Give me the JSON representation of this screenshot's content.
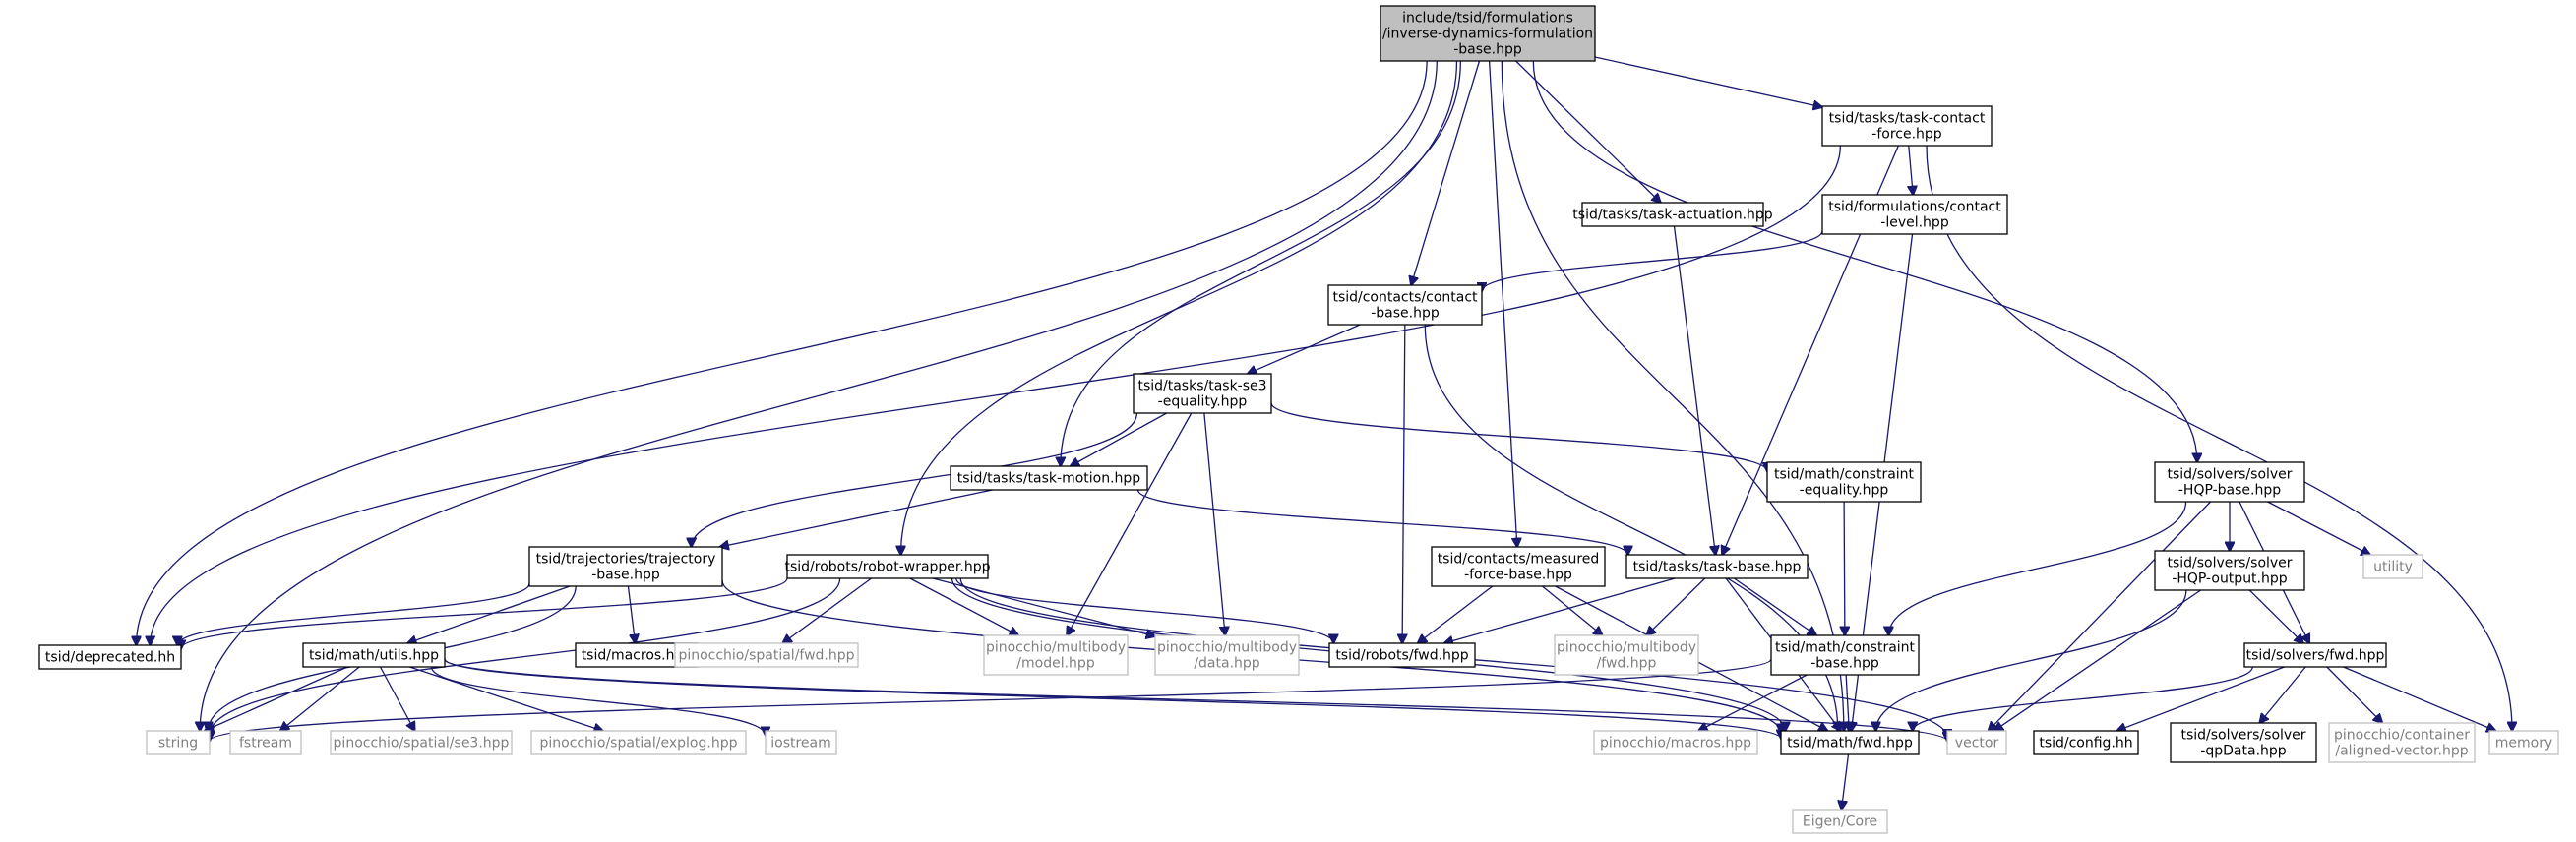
{
  "diagram": {
    "nodes": [
      {
        "id": "root",
        "lines": [
          "include/tsid/formulations",
          "/inverse-dynamics-formulation",
          "-base.hpp"
        ],
        "kind": "root"
      },
      {
        "id": "task_contact_force",
        "lines": [
          "tsid/tasks/task-contact",
          "-force.hpp"
        ],
        "kind": "doc"
      },
      {
        "id": "task_actuation",
        "lines": [
          "tsid/tasks/task-actuation.hpp"
        ],
        "kind": "doc"
      },
      {
        "id": "contact_level",
        "lines": [
          "tsid/formulations/contact",
          "-level.hpp"
        ],
        "kind": "doc"
      },
      {
        "id": "contact_base",
        "lines": [
          "tsid/contacts/contact",
          "-base.hpp"
        ],
        "kind": "doc"
      },
      {
        "id": "task_se3",
        "lines": [
          "tsid/tasks/task-se3",
          "-equality.hpp"
        ],
        "kind": "doc"
      },
      {
        "id": "task_motion",
        "lines": [
          "tsid/tasks/task-motion.hpp"
        ],
        "kind": "doc"
      },
      {
        "id": "constraint_eq",
        "lines": [
          "tsid/math/constraint",
          "-equality.hpp"
        ],
        "kind": "doc"
      },
      {
        "id": "solver_hqp_base",
        "lines": [
          "tsid/solvers/solver",
          "-HQP-base.hpp"
        ],
        "kind": "doc"
      },
      {
        "id": "utility",
        "lines": [
          "utility"
        ],
        "kind": "sys"
      },
      {
        "id": "solver_hqp_output",
        "lines": [
          "tsid/solvers/solver",
          "-HQP-output.hpp"
        ],
        "kind": "doc"
      },
      {
        "id": "traj_base",
        "lines": [
          "tsid/trajectories/trajectory",
          "-base.hpp"
        ],
        "kind": "doc"
      },
      {
        "id": "robot_wrapper",
        "lines": [
          "tsid/robots/robot-wrapper.hpp"
        ],
        "kind": "doc"
      },
      {
        "id": "measured_force",
        "lines": [
          "tsid/contacts/measured",
          "-force-base.hpp"
        ],
        "kind": "doc"
      },
      {
        "id": "task_base",
        "lines": [
          "tsid/tasks/task-base.hpp"
        ],
        "kind": "doc"
      },
      {
        "id": "deprecated",
        "lines": [
          "tsid/deprecated.hh"
        ],
        "kind": "doc"
      },
      {
        "id": "math_utils",
        "lines": [
          "tsid/math/utils.hpp"
        ],
        "kind": "doc"
      },
      {
        "id": "macros",
        "lines": [
          "tsid/macros.hpp"
        ],
        "kind": "doc"
      },
      {
        "id": "pin_spatial_fwd",
        "lines": [
          "pinocchio/spatial/fwd.hpp"
        ],
        "kind": "sys"
      },
      {
        "id": "pin_model",
        "lines": [
          "pinocchio/multibody",
          "/model.hpp"
        ],
        "kind": "sys"
      },
      {
        "id": "pin_data",
        "lines": [
          "pinocchio/multibody",
          "/data.hpp"
        ],
        "kind": "sys"
      },
      {
        "id": "robots_fwd",
        "lines": [
          "tsid/robots/fwd.hpp"
        ],
        "kind": "doc"
      },
      {
        "id": "pin_mb_fwd",
        "lines": [
          "pinocchio/multibody",
          "/fwd.hpp"
        ],
        "kind": "sys"
      },
      {
        "id": "constraint_base",
        "lines": [
          "tsid/math/constraint",
          "-base.hpp"
        ],
        "kind": "doc"
      },
      {
        "id": "solvers_fwd",
        "lines": [
          "tsid/solvers/fwd.hpp"
        ],
        "kind": "doc"
      },
      {
        "id": "string",
        "lines": [
          "string"
        ],
        "kind": "sys"
      },
      {
        "id": "fstream",
        "lines": [
          "fstream"
        ],
        "kind": "sys"
      },
      {
        "id": "pin_se3",
        "lines": [
          "pinocchio/spatial/se3.hpp"
        ],
        "kind": "sys"
      },
      {
        "id": "pin_explog",
        "lines": [
          "pinocchio/spatial/explog.hpp"
        ],
        "kind": "sys"
      },
      {
        "id": "iostream",
        "lines": [
          "iostream"
        ],
        "kind": "sys"
      },
      {
        "id": "pin_macros",
        "lines": [
          "pinocchio/macros.hpp"
        ],
        "kind": "sys"
      },
      {
        "id": "math_fwd",
        "lines": [
          "tsid/math/fwd.hpp"
        ],
        "kind": "doc"
      },
      {
        "id": "vector",
        "lines": [
          "vector"
        ],
        "kind": "sys"
      },
      {
        "id": "config",
        "lines": [
          "tsid/config.hh"
        ],
        "kind": "doc"
      },
      {
        "id": "qpdata",
        "lines": [
          "tsid/solvers/solver",
          "-qpData.hpp"
        ],
        "kind": "doc"
      },
      {
        "id": "aligned_vector",
        "lines": [
          "pinocchio/container",
          "/aligned-vector.hpp"
        ],
        "kind": "sys"
      },
      {
        "id": "memory",
        "lines": [
          "memory"
        ],
        "kind": "sys"
      },
      {
        "id": "eigen_core",
        "lines": [
          "Eigen/Core"
        ],
        "kind": "sys"
      }
    ],
    "edges": [
      [
        "root",
        "string"
      ],
      [
        "root",
        "deprecated"
      ],
      [
        "root",
        "robot_wrapper"
      ],
      [
        "root",
        "task_motion"
      ],
      [
        "root",
        "contact_base"
      ],
      [
        "root",
        "measured_force"
      ],
      [
        "root",
        "task_actuation"
      ],
      [
        "root",
        "task_contact_force"
      ],
      [
        "root",
        "math_fwd"
      ],
      [
        "root",
        "solver_hqp_base"
      ],
      [
        "task_contact_force",
        "contact_level"
      ],
      [
        "task_contact_force",
        "deprecated"
      ],
      [
        "task_contact_force",
        "task_base"
      ],
      [
        "task_contact_force",
        "memory"
      ],
      [
        "task_actuation",
        "task_base"
      ],
      [
        "contact_level",
        "contact_base"
      ],
      [
        "contact_level",
        "math_fwd"
      ],
      [
        "contact_base",
        "task_se3"
      ],
      [
        "contact_base",
        "robots_fwd"
      ],
      [
        "contact_base",
        "math_fwd"
      ],
      [
        "task_se3",
        "task_motion"
      ],
      [
        "task_se3",
        "traj_base"
      ],
      [
        "task_se3",
        "constraint_eq"
      ],
      [
        "task_se3",
        "pin_model"
      ],
      [
        "task_se3",
        "pin_data"
      ],
      [
        "task_motion",
        "traj_base"
      ],
      [
        "task_motion",
        "task_base"
      ],
      [
        "constraint_eq",
        "constraint_base"
      ],
      [
        "solver_hqp_base",
        "utility"
      ],
      [
        "solver_hqp_base",
        "solver_hqp_output"
      ],
      [
        "solver_hqp_base",
        "solvers_fwd"
      ],
      [
        "solver_hqp_base",
        "constraint_base"
      ],
      [
        "solver_hqp_base",
        "vector"
      ],
      [
        "solver_hqp_output",
        "solvers_fwd"
      ],
      [
        "solver_hqp_output",
        "math_fwd"
      ],
      [
        "solver_hqp_output",
        "vector"
      ],
      [
        "traj_base",
        "deprecated"
      ],
      [
        "traj_base",
        "math_utils"
      ],
      [
        "traj_base",
        "macros"
      ],
      [
        "traj_base",
        "string"
      ],
      [
        "traj_base",
        "math_fwd"
      ],
      [
        "robot_wrapper",
        "deprecated"
      ],
      [
        "robot_wrapper",
        "pin_spatial_fwd"
      ],
      [
        "robot_wrapper",
        "pin_model"
      ],
      [
        "robot_wrapper",
        "pin_data"
      ],
      [
        "robot_wrapper",
        "robots_fwd"
      ],
      [
        "robot_wrapper",
        "math_fwd"
      ],
      [
        "robot_wrapper",
        "string"
      ],
      [
        "robot_wrapper",
        "vector"
      ],
      [
        "measured_force",
        "robots_fwd"
      ],
      [
        "measured_force",
        "pin_mb_fwd"
      ],
      [
        "measured_force",
        "math_fwd"
      ],
      [
        "task_base",
        "robots_fwd"
      ],
      [
        "task_base",
        "pin_mb_fwd"
      ],
      [
        "task_base",
        "constraint_base"
      ],
      [
        "task_base",
        "math_fwd"
      ],
      [
        "math_utils",
        "string"
      ],
      [
        "math_utils",
        "fstream"
      ],
      [
        "math_utils",
        "pin_se3"
      ],
      [
        "math_utils",
        "pin_explog"
      ],
      [
        "math_utils",
        "iostream"
      ],
      [
        "math_utils",
        "math_fwd"
      ],
      [
        "math_utils",
        "vector"
      ],
      [
        "constraint_base",
        "pin_macros"
      ],
      [
        "constraint_base",
        "math_fwd"
      ],
      [
        "constraint_base",
        "string"
      ],
      [
        "solvers_fwd",
        "config"
      ],
      [
        "solvers_fwd",
        "qpdata"
      ],
      [
        "solvers_fwd",
        "aligned_vector"
      ],
      [
        "solvers_fwd",
        "memory"
      ],
      [
        "solvers_fwd",
        "math_fwd"
      ],
      [
        "math_fwd",
        "eigen_core"
      ]
    ]
  }
}
